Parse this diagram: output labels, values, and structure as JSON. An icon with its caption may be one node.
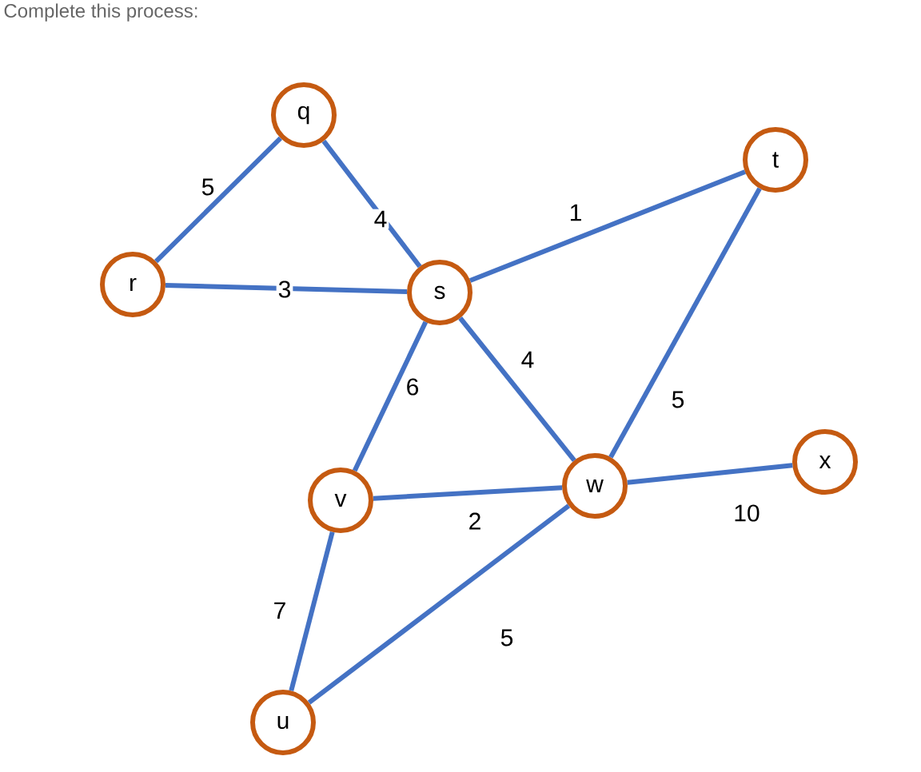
{
  "diagram": {
    "title": "Complete this process:",
    "nodes": [
      {
        "text": [
          "q"
        ]
      },
      {
        "text": [
          "t"
        ]
      },
      {
        "text": [
          "r"
        ]
      },
      {
        "text": [
          "s"
        ]
      },
      {
        "text": [
          "v"
        ]
      },
      {
        "text": [
          "w"
        ]
      },
      {
        "text": [
          "x"
        ]
      },
      {
        "text": [
          "u"
        ]
      }
    ],
    "edges": [
      {
        "from": 2,
        "to": 0,
        "arrow": "none",
        "label": "5"
      },
      {
        "from": 0,
        "to": 3,
        "arrow": "none",
        "label": "4"
      },
      {
        "from": 3,
        "to": 1,
        "arrow": "none",
        "label": "1"
      },
      {
        "from": 2,
        "to": 3,
        "arrow": "none",
        "label": "3"
      },
      {
        "from": 3,
        "to": 4,
        "arrow": "none",
        "label": "6"
      },
      {
        "from": 3,
        "to": 5,
        "arrow": "none",
        "label": "4"
      },
      {
        "from": 1,
        "to": 5,
        "arrow": "none",
        "label": "5"
      },
      {
        "from": 4,
        "to": 5,
        "arrow": "none",
        "label": "2"
      },
      {
        "from": 5,
        "to": 6,
        "arrow": "none",
        "label": "10"
      },
      {
        "from": 4,
        "to": 7,
        "arrow": "none",
        "label": "7"
      },
      {
        "from": 5,
        "to": 7,
        "arrow": "none",
        "label": "5"
      }
    ]
  }
}
